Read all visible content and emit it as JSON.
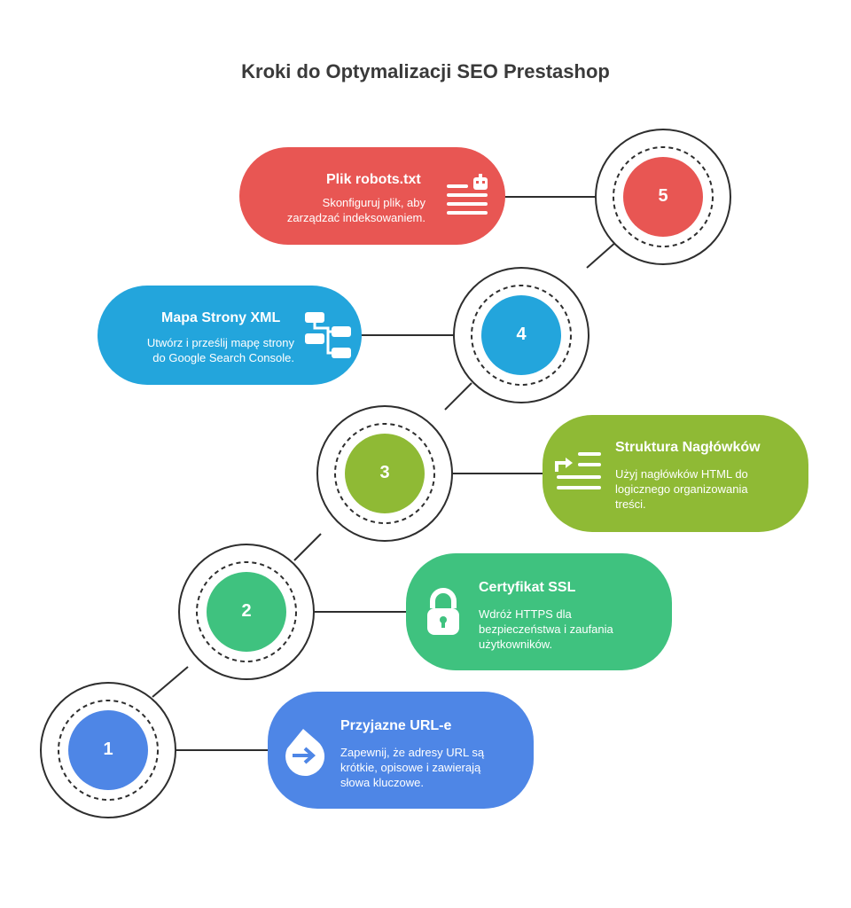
{
  "title": "Kroki do Optymalizacji SEO Prestashop",
  "colors": {
    "step1": "#4e86e6",
    "step2": "#3fc27f",
    "step3": "#8fba35",
    "step4": "#23a5dc",
    "step5": "#e85653",
    "line": "#2e2e2e"
  },
  "steps": [
    {
      "number": "1",
      "title": "Przyjazne URL-e",
      "description": [
        "Zapewnij, że adresy URL są",
        "krótkie, opisowe i zawierają",
        "słowa kluczowe."
      ],
      "icon": "arrow-right-circle-icon"
    },
    {
      "number": "2",
      "title": "Certyfikat SSL",
      "description": [
        "Wdróż HTTPS dla",
        "bezpieczeństwa i zaufania",
        "użytkowników."
      ],
      "icon": "padlock-icon"
    },
    {
      "number": "3",
      "title": "Struktura Nagłówków",
      "description": [
        "Użyj nagłówków HTML do",
        "logicznego organizowania",
        "treści."
      ],
      "icon": "headings-list-icon"
    },
    {
      "number": "4",
      "title": "Mapa Strony XML",
      "description": [
        "Utwórz i prześlij mapę strony",
        "do Google Search Console."
      ],
      "icon": "sitemap-icon"
    },
    {
      "number": "5",
      "title": "Plik robots.txt",
      "description": [
        "Skonfiguruj plik, aby",
        "zarządzać indeksowaniem."
      ],
      "icon": "robot-file-icon"
    }
  ]
}
